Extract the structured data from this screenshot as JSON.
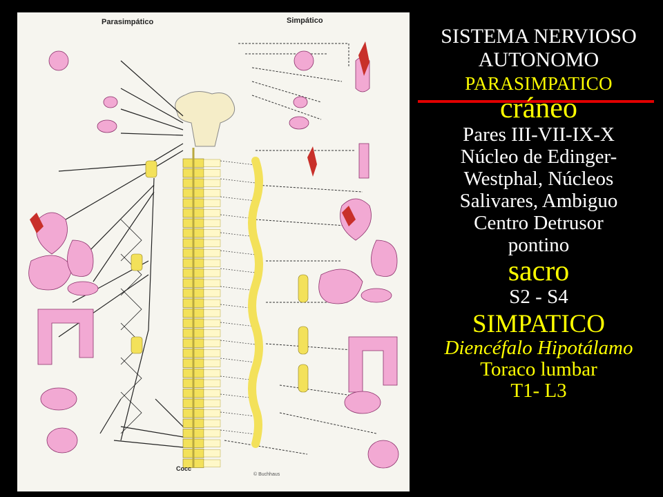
{
  "diagram": {
    "left_label": "Parasimpático",
    "right_label": "Simpático",
    "bottom_label": "Cocc",
    "credit": "© Buchhaus",
    "colors": {
      "background": "#f6f5ef",
      "ganglion": "#f3e15a",
      "organ": "#f2a9d3",
      "nerve": "#222222"
    }
  },
  "text": {
    "title_line1": "SISTEMA NERVIOSO",
    "title_line2": "AUTONOMO",
    "heading_parasimpatico": "PARASIMPATICO",
    "heading_craneo": "cráneo",
    "craneo_lines": [
      "Pares III-VII-IX-X",
      "Núcleo de Edinger-",
      "Westphal, Núcleos",
      "Salivares, Ambiguo",
      "Centro Detrusor",
      "pontino"
    ],
    "heading_sacro": "sacro",
    "sacro_range": "S2 - S4",
    "heading_simpatico": "SIMPATICO",
    "simpatico_lines": [
      "Diencéfalo Hipotálamo",
      "Toraco lumbar",
      "T1- L3"
    ]
  },
  "colors": {
    "background": "#000000",
    "white_text": "#ffffff",
    "yellow_text": "#ffff00",
    "rule": "#e00000"
  }
}
